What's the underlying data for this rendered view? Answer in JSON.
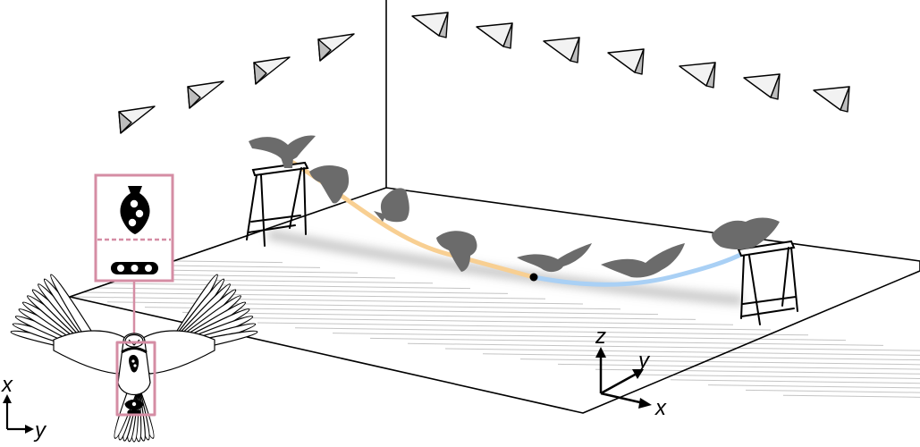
{
  "colors": {
    "room_line": "#000000",
    "floor_stripe": "#b8b8b8",
    "trajectory_first": "#f8cf92",
    "trajectory_second": "#a9d0f5",
    "trajectory_shadow": "#8a8a8a",
    "silhouette": "#6b6b6b",
    "marker_box": "#d58da4",
    "camera_face": "#f2f2f2",
    "camera_side": "#bdbdbd"
  },
  "icons": {
    "cameras": "camera-icon",
    "perches": "perch-icon",
    "bird_silhouettes": "hawk-silhouette-icon",
    "marker_backpack": "marker-backpack-icon",
    "marker_tailpack": "marker-tailpack-icon",
    "hawk_drawing": "hawk-outline-icon"
  },
  "world_axes": {
    "z": "z",
    "y": "y",
    "x": "x"
  },
  "body_axes": {
    "x": "x",
    "y": "y"
  }
}
